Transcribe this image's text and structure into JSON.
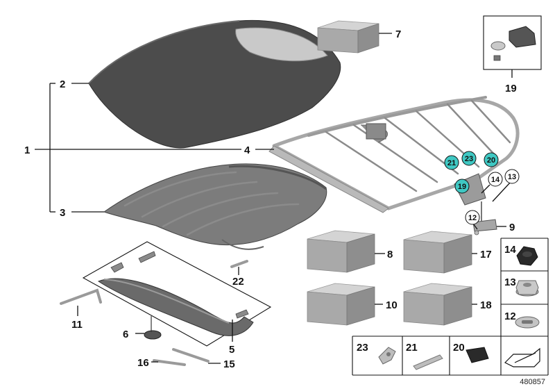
{
  "diagram": {
    "parts": {
      "p1": "1",
      "p2": "2",
      "p3": "3",
      "p4": "4",
      "p5": "5",
      "p6": "6",
      "p7": "7",
      "p8": "8",
      "p9": "9",
      "p10": "10",
      "p11": "11",
      "p12": "12",
      "p13": "13",
      "p14": "14",
      "p15": "15",
      "p16": "16",
      "p17": "17",
      "p18": "18",
      "p19": "19",
      "p20": "20",
      "p21": "21",
      "p22": "22",
      "p23": "23"
    },
    "highlight_color": "#3fc8c3",
    "reference_number": "480857"
  }
}
